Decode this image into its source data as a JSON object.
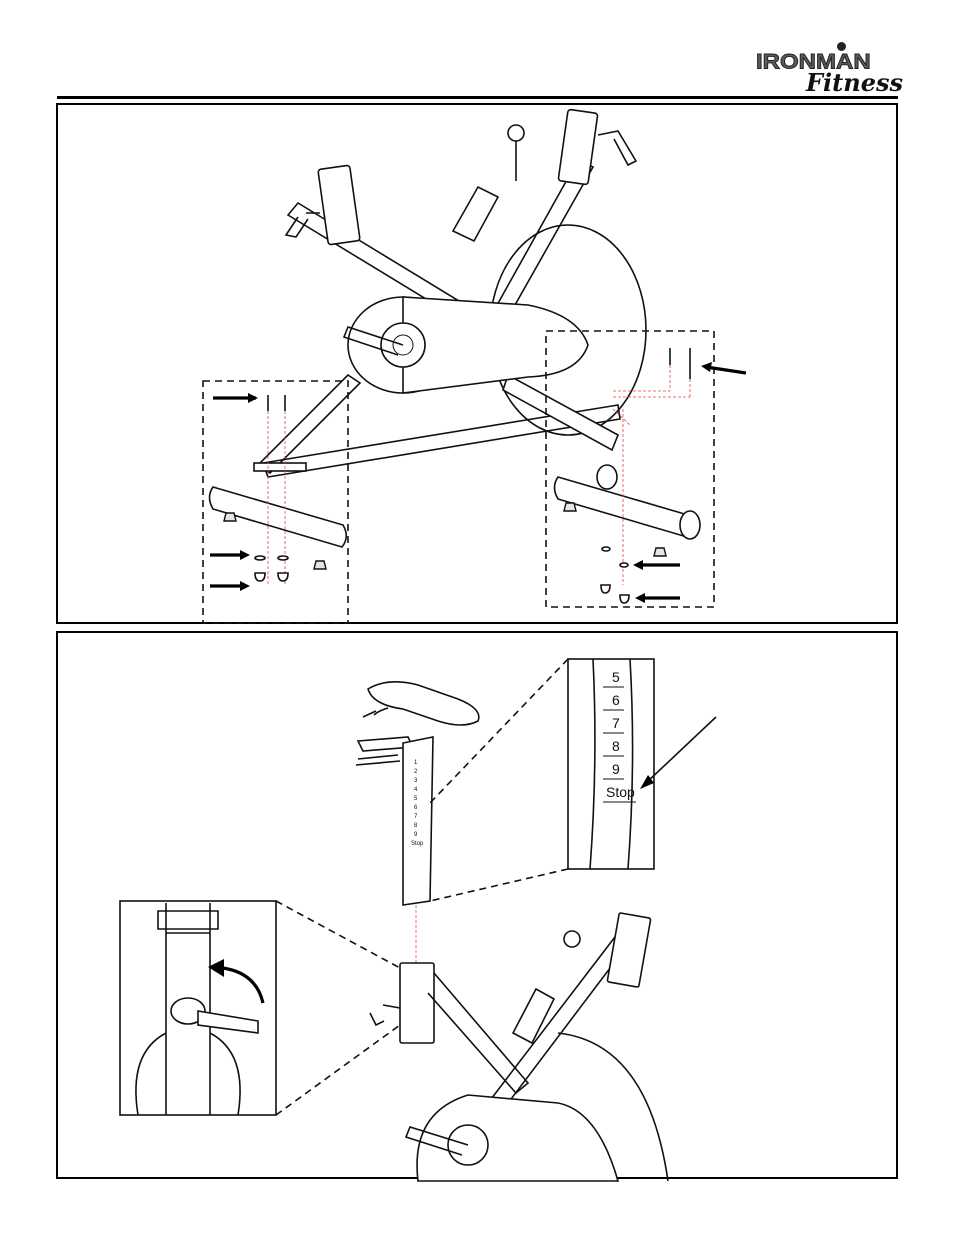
{
  "header": {
    "brand": "IRONMAN",
    "brand_sub": "Fitness"
  },
  "seat_scale": {
    "marks": [
      "5",
      "6",
      "7",
      "8",
      "9",
      "Stop"
    ],
    "small_marks": [
      "1",
      "2",
      "3",
      "4",
      "5",
      "6",
      "7",
      "8",
      "9",
      "Stop"
    ]
  }
}
